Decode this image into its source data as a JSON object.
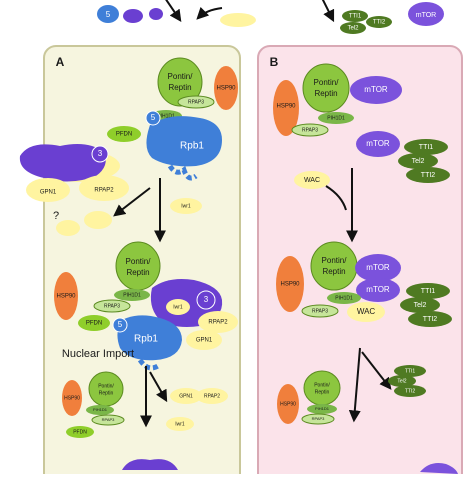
{
  "panels": {
    "a": {
      "label": "A"
    },
    "b": {
      "label": "B"
    }
  },
  "proteins": {
    "pontin_line1": "Pontin/",
    "reptin_line2": "Reptin",
    "hsp90": "HSP90",
    "rpap3": "RPAP3",
    "pih1d1": "PIH1D1",
    "pfdn": "PFDN",
    "rpb1": "Rpb1",
    "rpb_num": "5",
    "rpb3_num": "3",
    "gpn1": "GPN1",
    "rpap2": "RPAP2",
    "iwr1": "Iwr1",
    "mtor": "mTOR",
    "tti1": "TTI1",
    "tel2": "Tel2",
    "tti2": "TTI2",
    "wac": "WAC"
  },
  "annotations": {
    "unknown": "?",
    "nuclear_import": "Nuclear Import"
  },
  "colors": {
    "panel_a_bg": "#f6f5df",
    "panel_a_border": "#c9c79a",
    "panel_b_bg": "#fbe3ea",
    "panel_b_border": "#d9a9b5",
    "pontin": "#8cc63f",
    "hsp90": "#f07f3c",
    "rpap3": "#c6e59a",
    "pih1d1": "#7ab648",
    "pfdn": "#8fce2a",
    "rpb1": "#3f7fd8",
    "rpb_complex": "#6a3fd1",
    "rpap2_gpn1": "#fff4a0",
    "mtor": "#7b52dc",
    "tti": "#4f7a22"
  }
}
